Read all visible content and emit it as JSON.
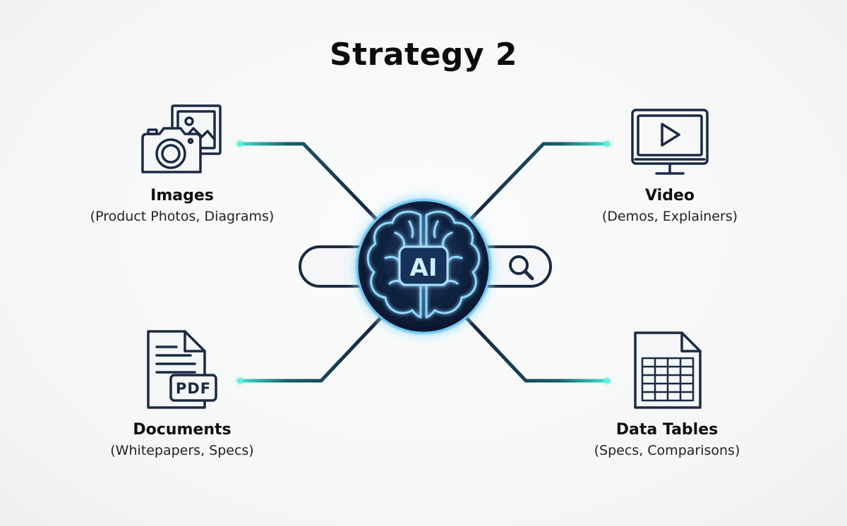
{
  "title": "Strategy 2",
  "hub": {
    "label": "AI",
    "icon": "brain-icon",
    "search_icon": "magnifier-icon"
  },
  "nodes": [
    {
      "key": "images",
      "icon": "camera-photo-icon",
      "title": "Images",
      "subtitle": "(Product Photos, Diagrams)"
    },
    {
      "key": "video",
      "icon": "monitor-play-icon",
      "title": "Video",
      "subtitle": "(Demos, Explainers)"
    },
    {
      "key": "documents",
      "icon": "pdf-document-icon",
      "title": "Documents",
      "subtitle": "(Whitepapers, Specs)",
      "badge": "PDF"
    },
    {
      "key": "data_tables",
      "icon": "spreadsheet-icon",
      "title": "Data Tables",
      "subtitle": "(Specs, Comparisons)"
    }
  ],
  "colors": {
    "line_dark": "#15213a",
    "glow": "#35e0c8",
    "hub_fill": "#0f1d3a",
    "hub_stroke": "#7fd6ff",
    "icon_stroke": "#1b2a44"
  }
}
